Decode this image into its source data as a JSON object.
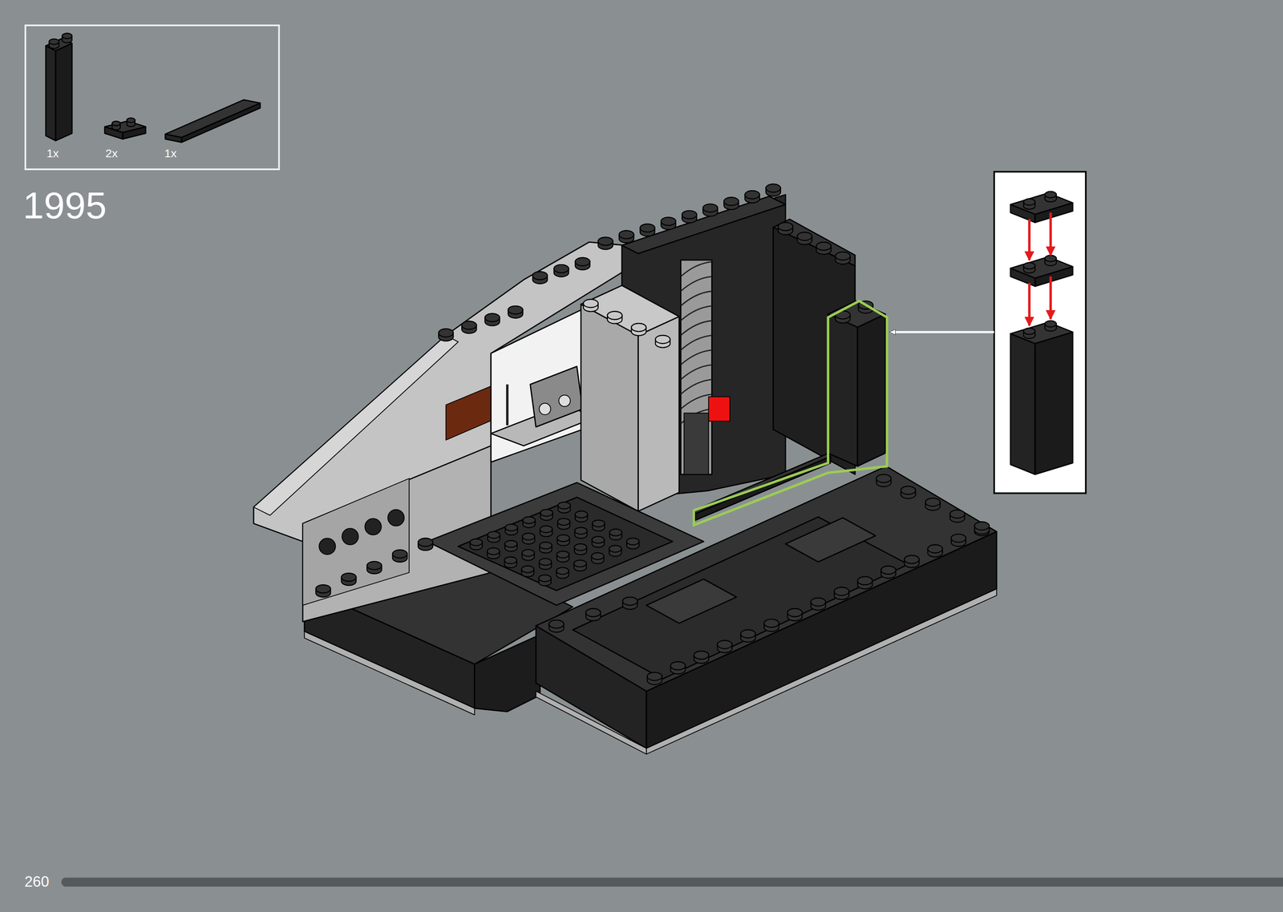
{
  "diagram": {
    "title": "1995",
    "nodes": [
      {
        "text": [
          "1x",
          "2x",
          "1x"
        ]
      }
    ],
    "labels": [
      "260"
    ]
  }
}
